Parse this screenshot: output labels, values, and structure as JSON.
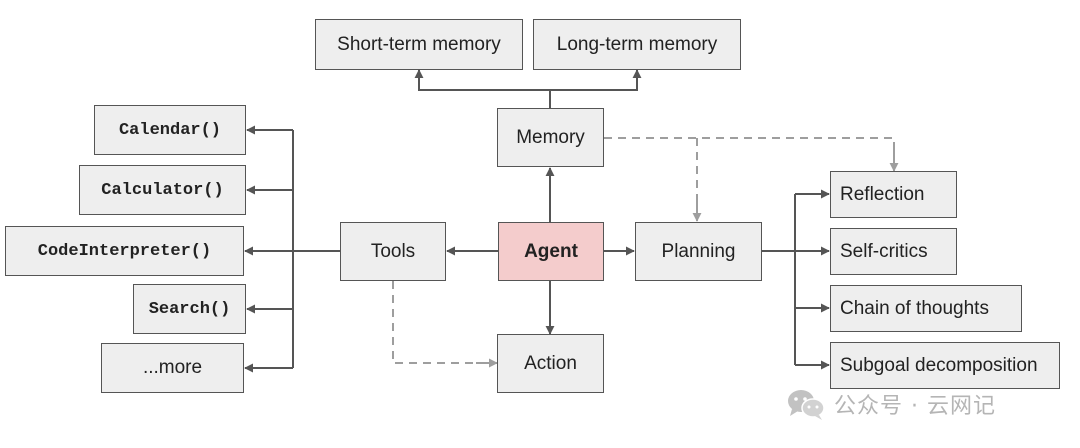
{
  "colors": {
    "box_fill": "#eeeeee",
    "box_border": "#555555",
    "agent_fill": "#f4cccc",
    "line": "#555555",
    "dashed_line": "#9e9e9e",
    "watermark": "#b5b5b5"
  },
  "nodes": {
    "short_term_memory": "Short-term memory",
    "long_term_memory": "Long-term memory",
    "memory": "Memory",
    "agent": "Agent",
    "tools": "Tools",
    "planning": "Planning",
    "action": "Action",
    "calendar": "Calendar()",
    "calculator": "Calculator()",
    "code_interpreter": "CodeInterpreter()",
    "search": "Search()",
    "more": "...more",
    "reflection": "Reflection",
    "self_critics": "Self-critics",
    "chain_of_thoughts": "Chain of thoughts",
    "subgoal_decomposition": "Subgoal decomposition"
  },
  "watermark": {
    "icon": "wechat-icon",
    "text": "公众号 · 云网记"
  }
}
